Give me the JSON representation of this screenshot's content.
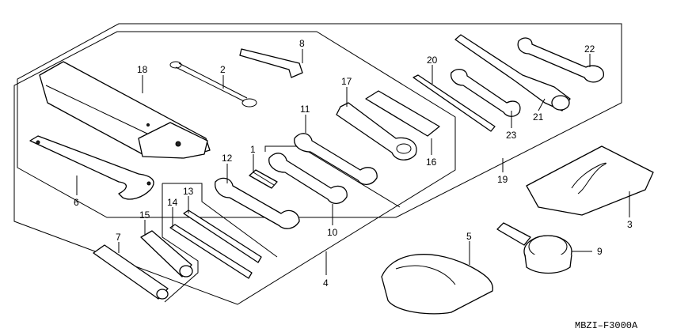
{
  "diagram": {
    "code": "MBZI–F3000A",
    "callouts": {
      "c1": "1",
      "c2": "2",
      "c3": "3",
      "c4": "4",
      "c5": "5",
      "c6": "6",
      "c7": "7",
      "c8": "8",
      "c9": "9",
      "c10": "10",
      "c11": "11",
      "c12": "12",
      "c13": "13",
      "c14": "14",
      "c15": "15",
      "c16": "16",
      "c17": "17",
      "c18": "18",
      "c19": "19",
      "c20": "20",
      "c21": "21",
      "c22": "22",
      "c23": "23"
    }
  }
}
